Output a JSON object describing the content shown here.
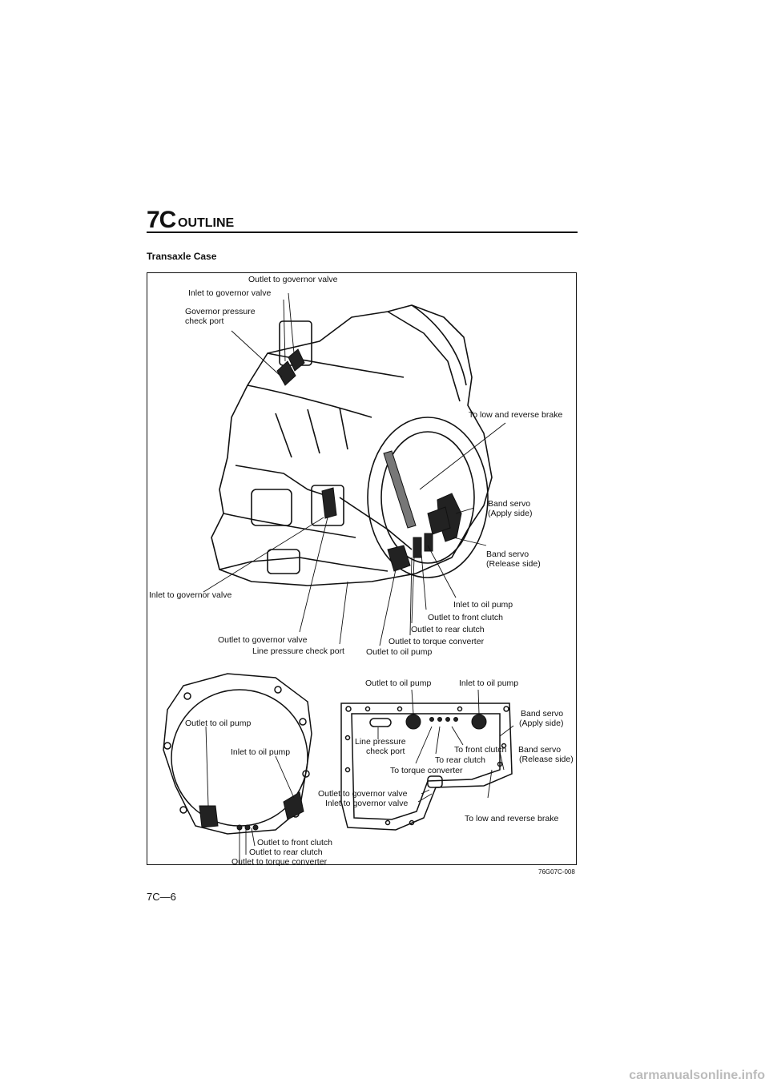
{
  "header": {
    "section_code": "7C",
    "section_title": "OUTLINE"
  },
  "subtitle": "Transaxle Case",
  "figure": {
    "top_labels": [
      "Outlet to governor valve",
      "Inlet to governor valve",
      "Governor pressure",
      "check port",
      "To low and reverse brake",
      "Band servo",
      "(Apply side)",
      "Band servo",
      "(Release side)",
      "Inlet to governor valve",
      "Inlet to oil pump",
      "Outlet to front clutch",
      "Outlet to rear clutch",
      "Outlet to governor valve",
      "Outlet to torque converter",
      "Line pressure check port",
      "Outlet to oil pump"
    ],
    "left_labels": [
      "Outlet to oil pump",
      "Inlet to oil pump",
      "Outlet to front clutch",
      "Outlet to rear clutch",
      "Outlet to torque converter"
    ],
    "right_labels": [
      "Outlet to oil pump",
      "Inlet to oil pump",
      "Band servo",
      "(Apply side)",
      "Line pressure",
      "check port",
      "To front clutch",
      "To rear clutch",
      "Band servo",
      "(Release side)",
      "To torque converter",
      "Outlet to governor valve",
      "Inlet to governor valve",
      "To low and reverse brake"
    ],
    "code": "76G07C-008"
  },
  "page_number": "7C—6",
  "watermark": "carmanualsonline.info"
}
